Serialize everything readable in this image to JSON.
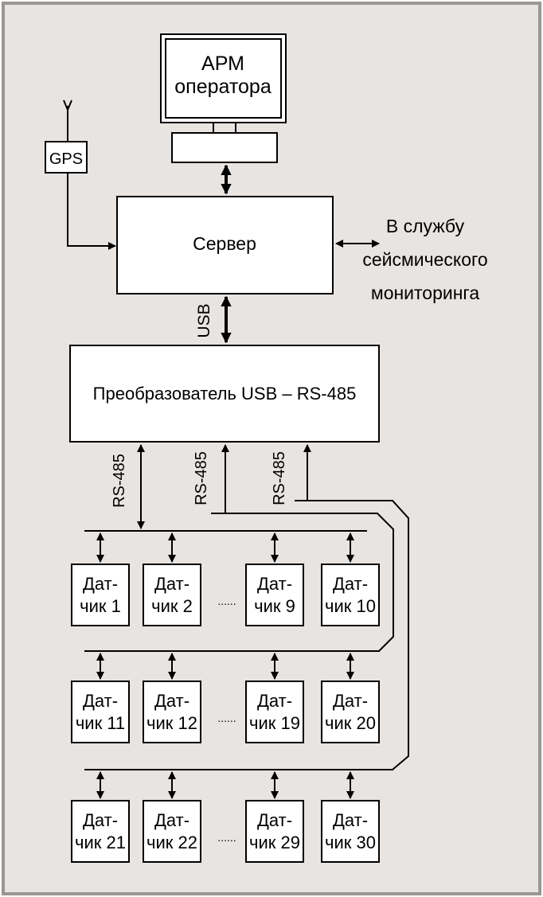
{
  "colors": {
    "background": "#e8e4e2",
    "box_fill": "#ffffff",
    "line": "#000000",
    "frame": "#9a9693"
  },
  "workstation": {
    "line1": "АРМ",
    "line2": "оператора"
  },
  "gps": "GPS",
  "server": "Сервер",
  "external": {
    "line1": "В службу",
    "line2": "сейсмического",
    "line3": "мониторинга"
  },
  "usb_label": "USB",
  "converter": "Преобразователь USB – RS-485",
  "bus_label": "RS-485",
  "ellipsis": "......",
  "sensors": [
    [
      {
        "l1": "Дат-",
        "l2": "чик 1"
      },
      {
        "l1": "Дат-",
        "l2": "чик 2"
      },
      {
        "l1": "Дат-",
        "l2": "чик 9"
      },
      {
        "l1": "Дат-",
        "l2": "чик 10"
      }
    ],
    [
      {
        "l1": "Дат-",
        "l2": "чик 11"
      },
      {
        "l1": "Дат-",
        "l2": "чик 12"
      },
      {
        "l1": "Дат-",
        "l2": "чик 19"
      },
      {
        "l1": "Дат-",
        "l2": "чик 20"
      }
    ],
    [
      {
        "l1": "Дат-",
        "l2": "чик 21"
      },
      {
        "l1": "Дат-",
        "l2": "чик 22"
      },
      {
        "l1": "Дат-",
        "l2": "чик 29"
      },
      {
        "l1": "Дат-",
        "l2": "чик 30"
      }
    ]
  ]
}
